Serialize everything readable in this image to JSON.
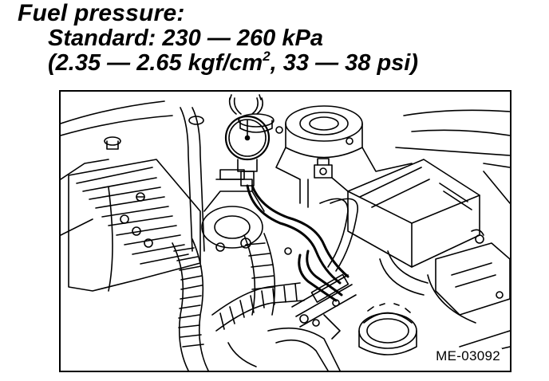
{
  "spec": {
    "heading": "Fuel pressure:",
    "standard_line": "Standard: 230 — 260 kPa",
    "alt_prefix": "(2.35 — 2.65 kgf/cm",
    "alt_exponent": "2",
    "alt_suffix": ", 33 — 38 psi)"
  },
  "figure": {
    "code": "ME-03092"
  }
}
